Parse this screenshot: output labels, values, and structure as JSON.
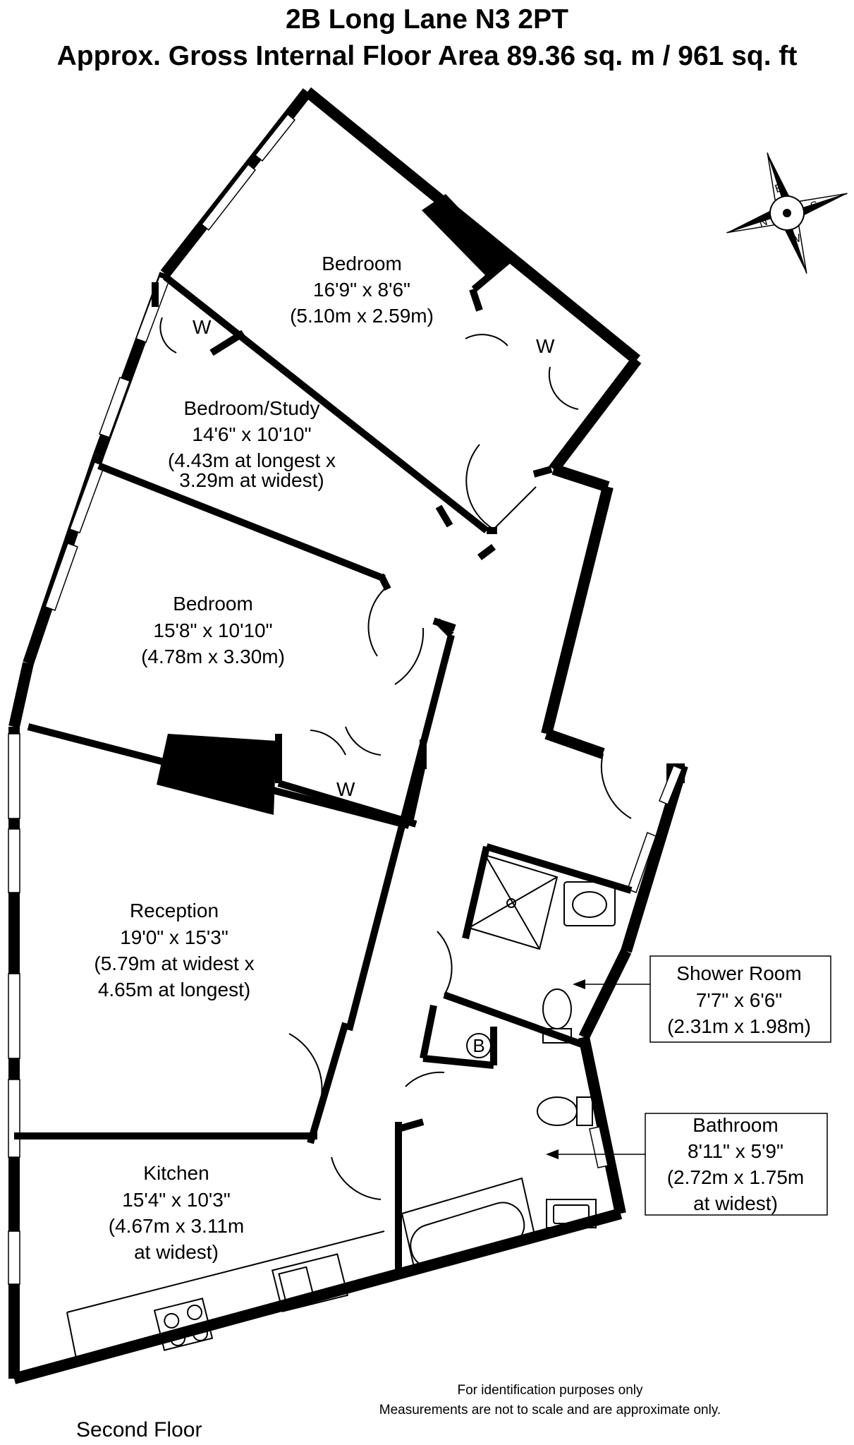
{
  "title": "2B Long Lane N3 2PT",
  "subtitle": "Approx. Gross Internal Floor Area 89.36 sq. m / 961 sq. ft",
  "rooms": {
    "bedroom1": {
      "name": "Bedroom",
      "imperial": "16'9\" x 8'6\"",
      "metric": "(5.10m x 2.59m)"
    },
    "study": {
      "name": "Bedroom/Study",
      "imperial": "14'6\" x 10'10\"",
      "metric1": "(4.43m at longest x",
      "metric2": "3.29m at widest)"
    },
    "bedroom2": {
      "name": "Bedroom",
      "imperial": "15'8\" x 10'10\"",
      "metric": "(4.78m x 3.30m)"
    },
    "reception": {
      "name": "Reception",
      "imperial": "19'0\" x 15'3\"",
      "metric1": "(5.79m at widest x",
      "metric2": "4.65m at longest)"
    },
    "kitchen": {
      "name": "Kitchen",
      "imperial": "15'4\" x 10'3\"",
      "metric1": "(4.67m x 3.11m",
      "metric2": "at widest)"
    },
    "shower": {
      "name": "Shower Room",
      "imperial": "7'7\" x 6'6\"",
      "metric": "(2.31m x 1.98m)"
    },
    "bathroom": {
      "name": "Bathroom",
      "imperial": "8'11\" x 5'9\"",
      "metric1": "(2.72m x 1.75m",
      "metric2": "at widest)"
    }
  },
  "wardrobe_label": "W",
  "boiler_label": "B",
  "compass": {
    "n": "N",
    "e": "E",
    "s": "S",
    "w": "W"
  },
  "disclaimer": {
    "line1": "For identification purposes only",
    "line2": "Measurements are not to scale and are approximate only."
  },
  "floor_label": "Second Floor"
}
